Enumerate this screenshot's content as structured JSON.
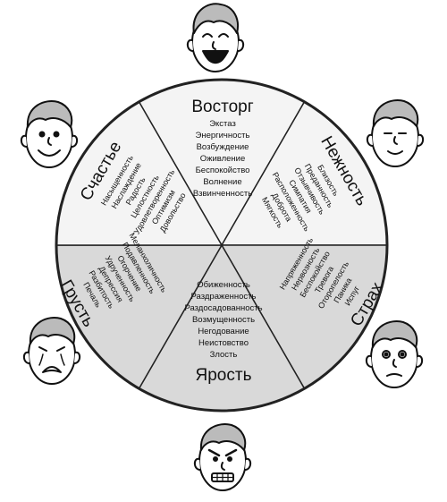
{
  "wheel": {
    "colors": {
      "light": "#f4f4f4",
      "dark": "#d9d9d9",
      "stroke": "#222222"
    },
    "sectors": [
      {
        "id": "top",
        "title": "Восторг",
        "shade": "light",
        "words": [
          "Экстаз",
          "Энергичность",
          "Возбуждение",
          "Оживление",
          "Беспокойство",
          "Волнение",
          "Взвинченность"
        ]
      },
      {
        "id": "upper-right",
        "title": "Нежность",
        "shade": "light",
        "words": [
          "Близость",
          "Преданность",
          "Отзывчивость",
          "Симпатия",
          "Расположенность",
          "Доброта",
          "Мягкость"
        ]
      },
      {
        "id": "lower-right",
        "title": "Страх",
        "shade": "dark",
        "words": [
          "Напряженность",
          "Нервозность",
          "Беспокойство",
          "Тревога",
          "Оторопелость",
          "Паника",
          "Испуг"
        ]
      },
      {
        "id": "bottom",
        "title": "Ярость",
        "shade": "dark",
        "words": [
          "Обиженность",
          "Раздраженность",
          "Раздосадованность",
          "Возмущенность",
          "Негодование",
          "Неистовство",
          "Злость"
        ]
      },
      {
        "id": "lower-left",
        "title": "Грусть",
        "shade": "dark",
        "words": [
          "Меланхоличность",
          "Подавленность",
          "Огорчение",
          "Удрученность",
          "Депрессия",
          "Разбитость",
          "Печаль"
        ]
      },
      {
        "id": "upper-left",
        "title": "Счастье",
        "shade": "light",
        "words": [
          "Насыщенность",
          "Наслаждение",
          "Радость",
          "Целостность",
          "Удовлетворенность",
          "Оптимизм",
          "Довольство"
        ]
      }
    ]
  },
  "faces": [
    {
      "id": "ecstatic",
      "icon": "laughing-face-icon"
    },
    {
      "id": "happy",
      "icon": "smiling-face-icon"
    },
    {
      "id": "tender",
      "icon": "gentle-face-icon"
    },
    {
      "id": "sad",
      "icon": "crying-face-icon"
    },
    {
      "id": "afraid",
      "icon": "frightened-face-icon"
    },
    {
      "id": "angry",
      "icon": "angry-face-icon"
    }
  ]
}
